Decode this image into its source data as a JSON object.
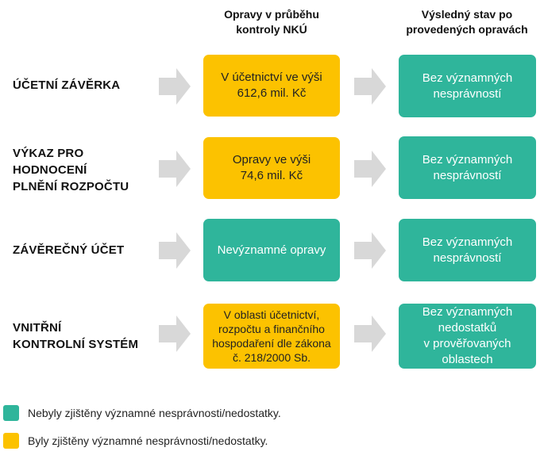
{
  "colors": {
    "teal": "#2fb59b",
    "yellow": "#fcc200",
    "arrow": "#d8d8d8"
  },
  "headers": {
    "middle": "Opravy v průběhu\nkontroly NKÚ",
    "right": "Výsledný stav po\nprovedených opravách"
  },
  "rows": [
    {
      "label": "ÚČETNÍ ZÁVĚRKA",
      "correction": "V účetnictví ve výši\n612,6 mil. Kč",
      "correction_color": "yellow",
      "result": "Bez významných\nnesprávností"
    },
    {
      "label": "VÝKAZ PRO\nHODNOCENÍ\nPLNĚNÍ ROZPOČTU",
      "correction": "Opravy ve výši\n74,6 mil. Kč",
      "correction_color": "yellow",
      "result": "Bez významných\nnesprávností"
    },
    {
      "label": "ZÁVĚREČNÝ ÚČET",
      "correction": "Nevýznamné opravy",
      "correction_color": "teal",
      "result": "Bez významných\nnesprávností"
    },
    {
      "label": "VNITŘNÍ\nKONTROLNÍ SYSTÉM",
      "correction": "V oblasti účetnictví,\nrozpočtu a finančního\nhospodaření dle zákona\nč. 218/2000 Sb.",
      "correction_color": "yellow",
      "result": "Bez významných\nnedostatků\nv prověřovaných\noblastech"
    }
  ],
  "legend": {
    "teal": "Nebyly zjištěny významné nesprávnosti/nedostatky.",
    "yellow": "Byly zjištěny významné nesprávnosti/nedostatky."
  }
}
